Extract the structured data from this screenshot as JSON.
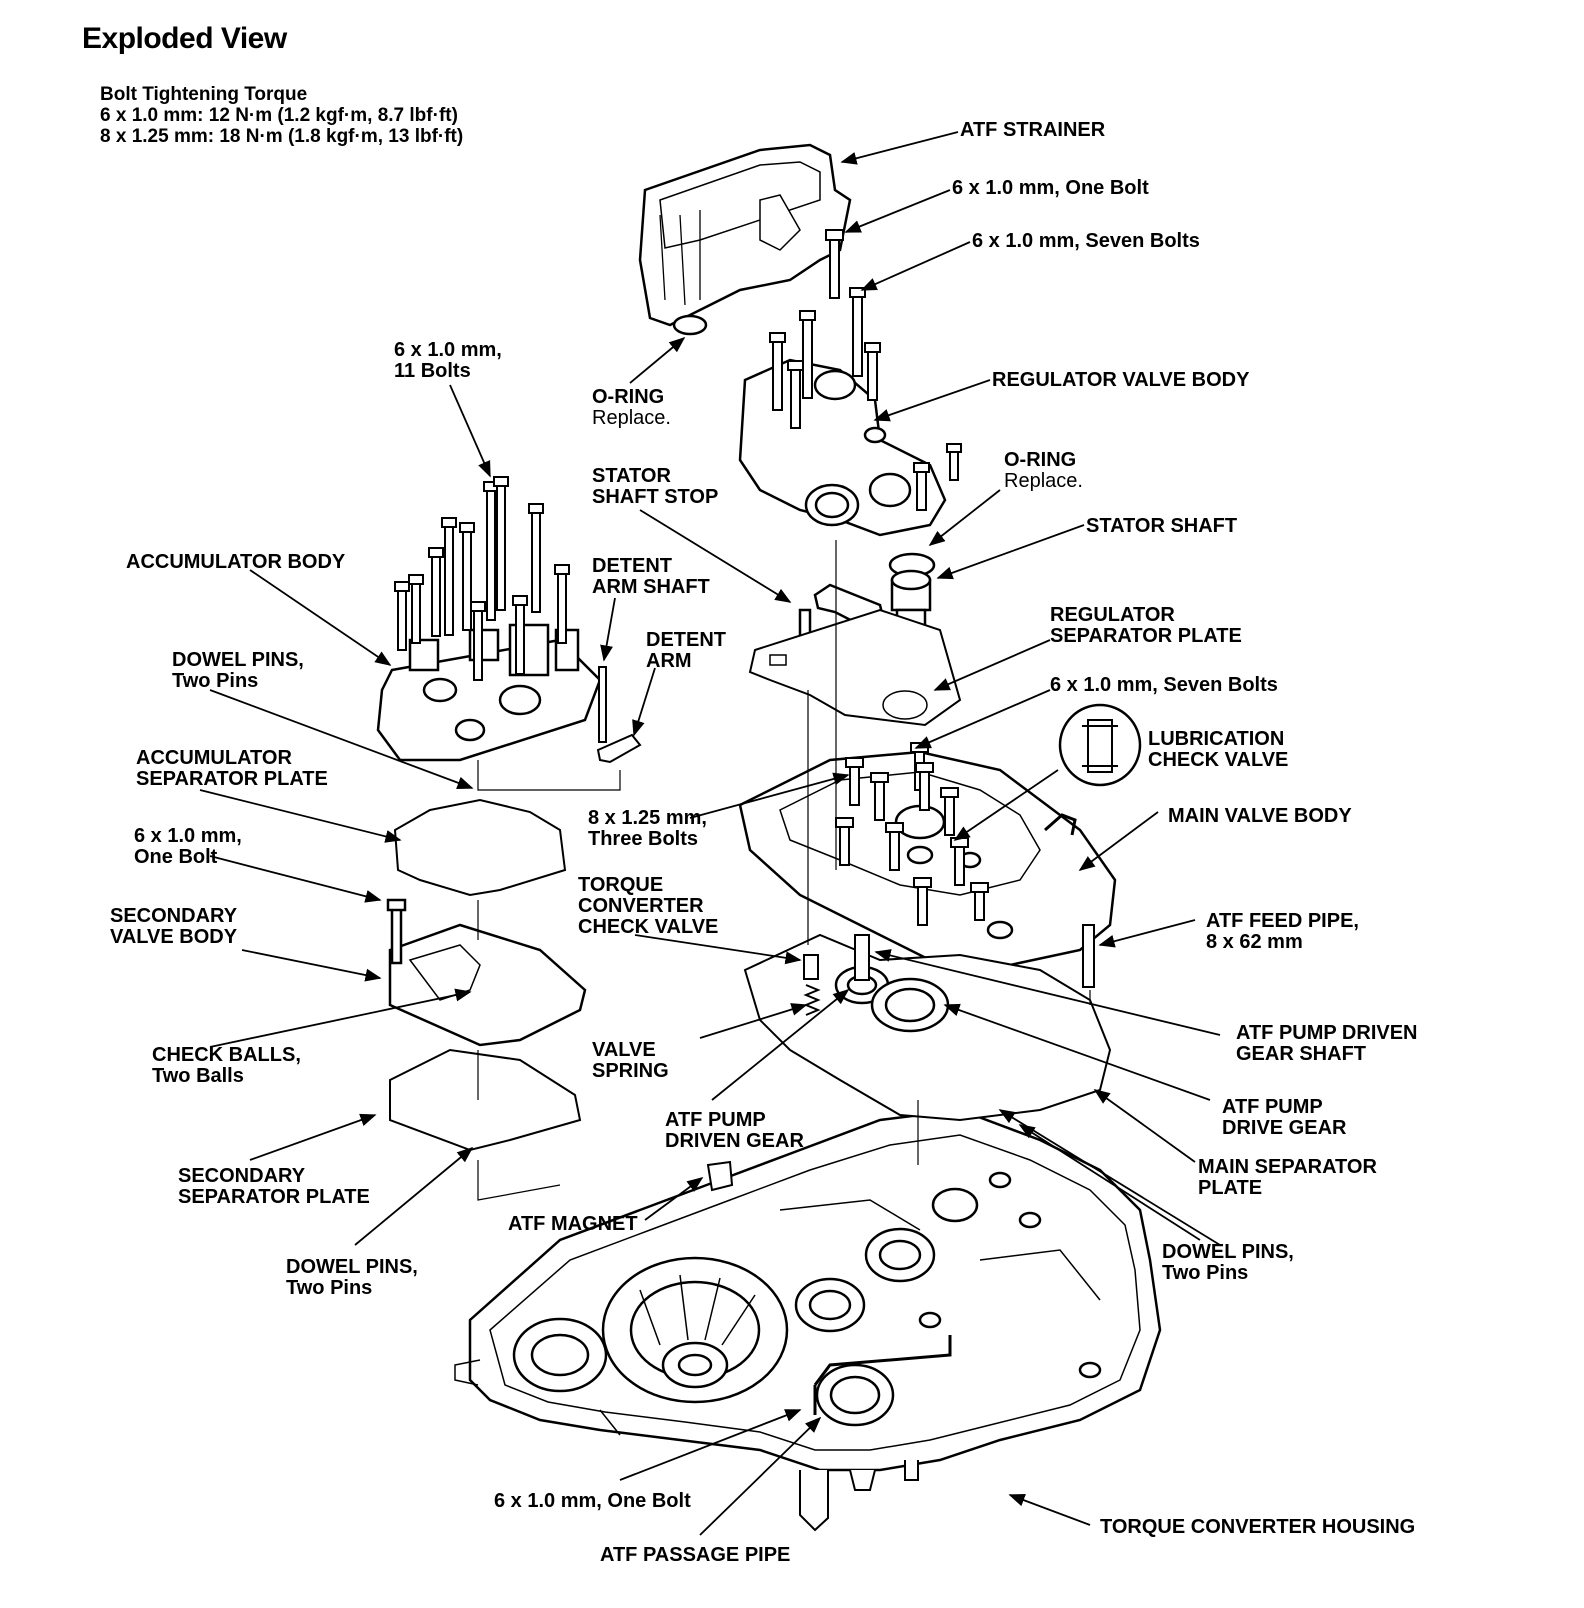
{
  "title": "Exploded View",
  "torque_spec": {
    "heading": "Bolt Tightening Torque",
    "line1": "6 x 1.0 mm: 12 N·m (1.2 kgf·m, 8.7 lbf·ft)",
    "line2": "8 x 1.25 mm: 18 N·m (1.8 kgf·m, 13 lbf·ft)"
  },
  "callouts": {
    "atf_strainer": "ATF STRAINER",
    "bolt_strainer": "6 x 1.0 mm, One Bolt",
    "bolts_regulator": "6 x 1.0 mm, Seven Bolts",
    "bolts_accum_l1": "6 x 1.0 mm,",
    "bolts_accum_l2": "11 Bolts",
    "oring_strainer": "O-RING",
    "oring_strainer_note": "Replace.",
    "regulator_valve_body": "REGULATOR VALVE BODY",
    "oring_stator": "O-RING",
    "oring_stator_note": "Replace.",
    "stator_shaft_stop_l1": "STATOR",
    "stator_shaft_stop_l2": "SHAFT STOP",
    "stator_shaft": "STATOR SHAFT",
    "accumulator_body": "ACCUMULATOR BODY",
    "detent_arm_shaft_l1": "DETENT",
    "detent_arm_shaft_l2": "ARM SHAFT",
    "detent_arm_l1": "DETENT",
    "detent_arm_l2": "ARM",
    "regulator_sep_plate_l1": "REGULATOR",
    "regulator_sep_plate_l2": "SEPARATOR PLATE",
    "dowel_pins_top_l1": "DOWEL PINS,",
    "dowel_pins_top_l2": "Two Pins",
    "bolts_main": "6 x 1.0 mm, Seven Bolts",
    "lubrication_check_valve_l1": "LUBRICATION",
    "lubrication_check_valve_l2": "CHECK VALVE",
    "accumulator_sep_plate_l1": "ACCUMULATOR",
    "accumulator_sep_plate_l2": "SEPARATOR PLATE",
    "bolts_825_l1": "8 x 1.25 mm,",
    "bolts_825_l2": "Three Bolts",
    "main_valve_body": "MAIN VALVE BODY",
    "bolt_secondary_l1": "6 x 1.0 mm,",
    "bolt_secondary_l2": "One Bolt",
    "torque_conv_check_valve_l1": "TORQUE",
    "torque_conv_check_valve_l2": "CONVERTER",
    "torque_conv_check_valve_l3": "CHECK VALVE",
    "secondary_valve_body_l1": "SECONDARY",
    "secondary_valve_body_l2": "VALVE BODY",
    "atf_feed_pipe_l1": "ATF FEED PIPE,",
    "atf_feed_pipe_l2": "8 x 62 mm",
    "atf_pump_driven_gear_shaft_l1": "ATF PUMP DRIVEN",
    "atf_pump_driven_gear_shaft_l2": "GEAR SHAFT",
    "check_balls_l1": "CHECK BALLS,",
    "check_balls_l2": "Two Balls",
    "valve_spring_l1": "VALVE",
    "valve_spring_l2": "SPRING",
    "atf_pump_drive_gear_l1": "ATF PUMP",
    "atf_pump_drive_gear_l2": "DRIVE GEAR",
    "atf_pump_driven_gear_l1": "ATF PUMP",
    "atf_pump_driven_gear_l2": "DRIVEN GEAR",
    "main_sep_plate_l1": "MAIN SEPARATOR",
    "main_sep_plate_l2": "PLATE",
    "secondary_sep_plate_l1": "SECONDARY",
    "secondary_sep_plate_l2": "SEPARATOR PLATE",
    "atf_magnet": "ATF MAGNET",
    "dowel_pins_right_l1": "DOWEL PINS,",
    "dowel_pins_right_l2": "Two Pins",
    "dowel_pins_bottom_l1": "DOWEL PINS,",
    "dowel_pins_bottom_l2": "Two Pins",
    "bolt_pipe": "6 x 1.0 mm, One Bolt",
    "torque_converter_housing": "TORQUE CONVERTER HOUSING",
    "atf_passage_pipe": "ATF PASSAGE PIPE"
  }
}
